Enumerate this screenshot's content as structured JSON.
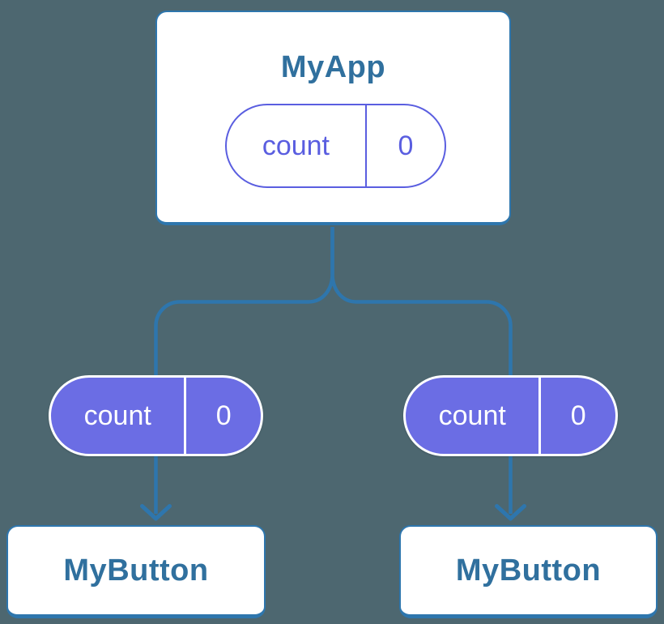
{
  "canvas": {
    "background_color": "#4d6770"
  },
  "palette": {
    "node_fill": "#ffffff",
    "node_border": "#2e76ad",
    "node_text": "#30709e",
    "connector": "#2e76ad",
    "state_accent": "#5a5ee0",
    "state_fill": "#6b6de4",
    "state_text_on_fill": "#ffffff"
  },
  "diagram": {
    "root": {
      "title": "MyApp",
      "state": {
        "label": "count",
        "value": "0"
      }
    },
    "children": [
      {
        "title": "MyButton",
        "state": {
          "label": "count",
          "value": "0"
        }
      },
      {
        "title": "MyButton",
        "state": {
          "label": "count",
          "value": "0"
        }
      }
    ]
  }
}
